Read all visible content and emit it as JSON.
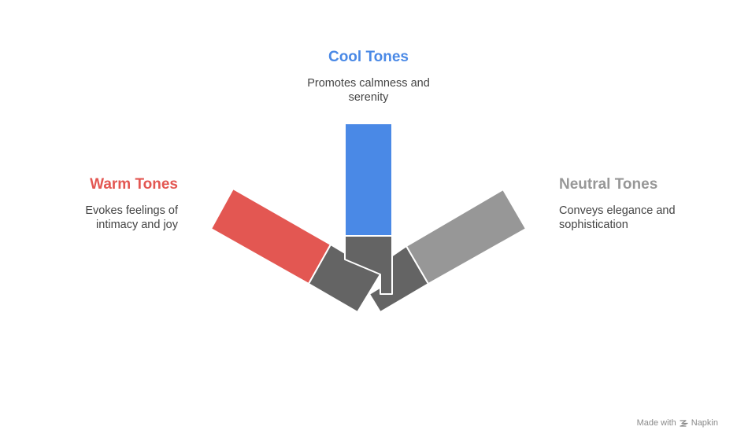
{
  "cool": {
    "title": "Cool Tones",
    "description_line1": "Promotes calmness and",
    "description_line2": "serenity",
    "color": "#4A89E6"
  },
  "warm": {
    "title": "Warm Tones",
    "description_line1": "Evokes feelings of",
    "description_line2": "intimacy and joy",
    "color": "#E35752"
  },
  "neutral": {
    "title": "Neutral Tones",
    "description_line1": "Conveys elegance and",
    "description_line2": "sophistication",
    "color": "#979797"
  },
  "base_color": "#646464",
  "footer": {
    "made_with": "Made with",
    "brand": "Napkin",
    "brand_icon": "napkin-logo-icon"
  }
}
